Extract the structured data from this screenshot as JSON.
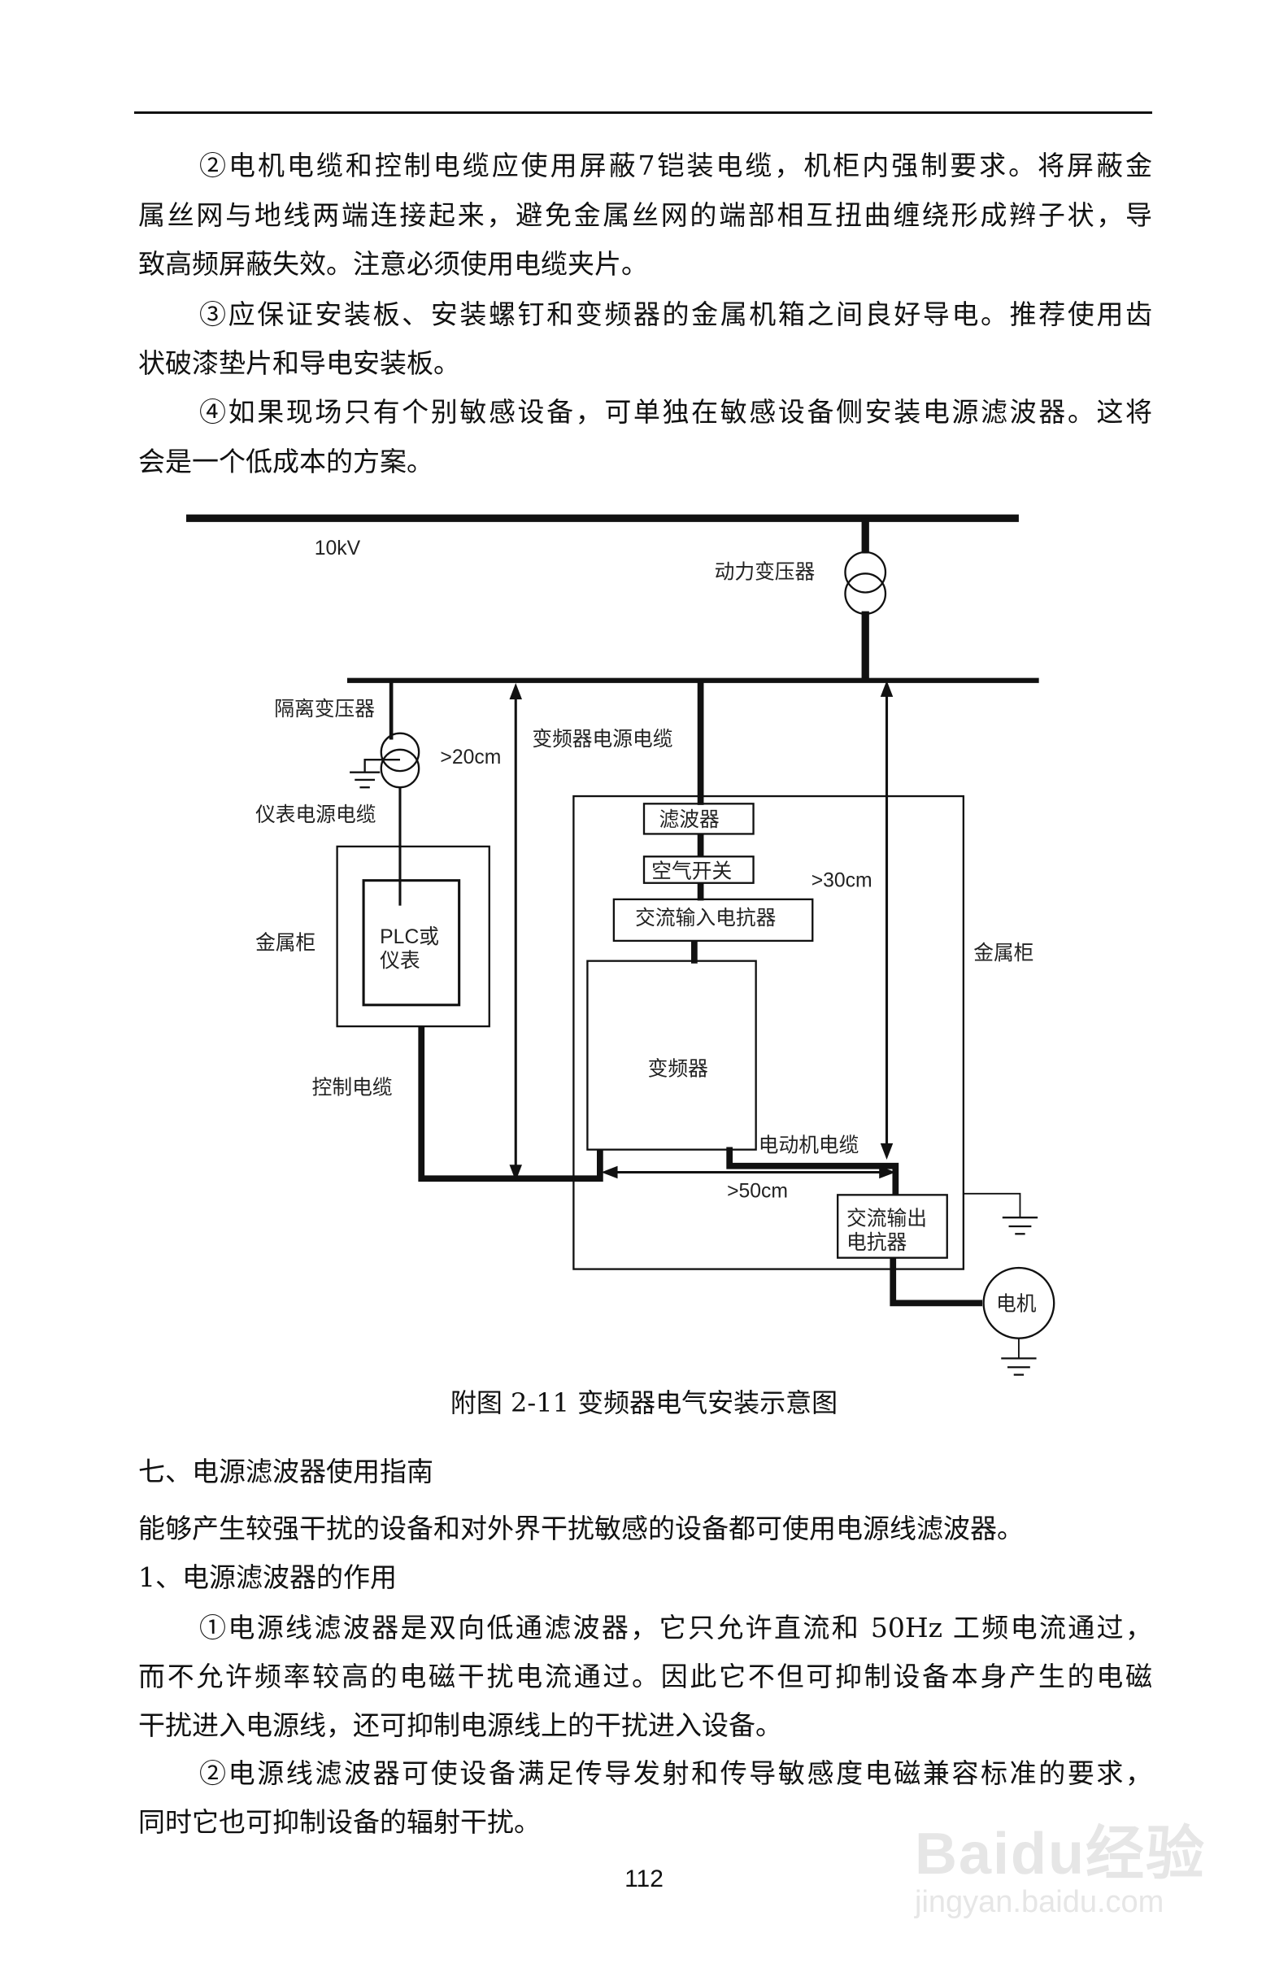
{
  "top_lines": [
    "②电机电缆和控制电缆应使用屏蔽7铠装电缆，机柜内强制要求。将屏蔽金",
    "属丝网与地线两端连接起来，避免金属丝网的端部相互扭曲缠绕形成辫子状，导",
    "致高频屏蔽失效。注意必须使用电缆夹片。",
    "③应保证安装板、安装螺钉和变频器的金属机箱之间良好导电。推荐使用齿",
    "状破漆垫片和导电安装板。",
    "④如果现场只有个别敏感设备，可单独在敏感设备侧安装电源滤波器。这将",
    "会是一个低成本的方案。"
  ],
  "diagram": {
    "bus_10kv": "10kV",
    "power_transformer": "动力变压器",
    "isolation_transformer": "隔离变压器",
    "dist_20": ">20cm",
    "instrument_cable": "仪表电源电缆",
    "metal_cabinet_left": "金属柜",
    "plc_line1": "PLC或",
    "plc_line2": "仪表",
    "control_cable": "控制电缆",
    "vfd_power_cable": "变频器电源电缆",
    "filter": "滤波器",
    "air_switch": "空气开关",
    "ac_input_reactor": "交流输入电抗器",
    "dist_30": ">30cm",
    "metal_cabinet_right": "金属柜",
    "vfd": "变频器",
    "motor_cable": "电动机电缆",
    "dist_50": ">50cm",
    "ac_output_reactor_line1": "交流输出",
    "ac_output_reactor_line2": "电抗器",
    "motor": "电机"
  },
  "caption": "附图 2-11 变频器电气安装示意图",
  "section_heading": "七、电源滤波器使用指南",
  "bottom_lines": [
    "能够产生较强干扰的设备和对外界干扰敏感的设备都可使用电源线滤波器。",
    "1、电源滤波器的作用",
    "①电源线滤波器是双向低通滤波器，它只允许直流和 50Hz 工频电流通过，",
    "而不允许频率较高的电磁干扰电流通过。因此它不但可抑制设备本身产生的电磁",
    "干扰进入电源线，还可抑制电源线上的干扰进入设备。",
    "②电源线滤波器可使设备满足传导发射和传导敏感度电磁兼容标准的要求，",
    "同时它也可抑制设备的辐射干扰。"
  ],
  "page_number": "112",
  "watermark": {
    "logo": "Baidu经验",
    "url": "jingyan.baidu.com"
  }
}
